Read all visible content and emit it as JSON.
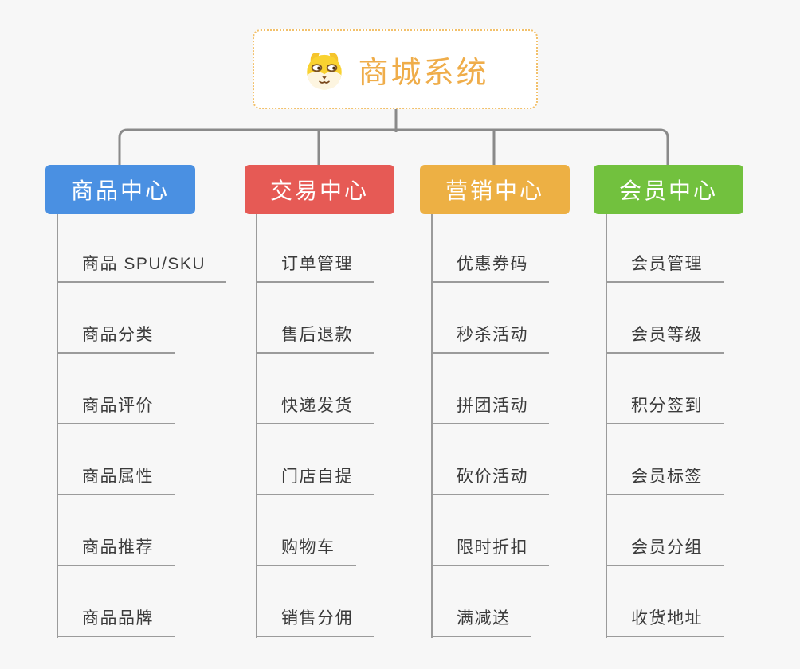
{
  "root": {
    "title": "商城系统",
    "icon": "shiba-dog-icon",
    "title_color": "#efad4a",
    "border_color": "#f2c06a"
  },
  "branches": [
    {
      "label": "商品中心",
      "color": "#4a90e2",
      "items": [
        "商品 SPU/SKU",
        "商品分类",
        "商品评价",
        "商品属性",
        "商品推荐",
        "商品品牌"
      ]
    },
    {
      "label": "交易中心",
      "color": "#e65a55",
      "items": [
        "订单管理",
        "售后退款",
        "快递发货",
        "门店自提",
        "购物车",
        "销售分佣"
      ]
    },
    {
      "label": "营销中心",
      "color": "#edb044",
      "items": [
        "优惠券码",
        "秒杀活动",
        "拼团活动",
        "砍价活动",
        "限时折扣",
        "满减送"
      ]
    },
    {
      "label": "会员中心",
      "color": "#72c13e",
      "items": [
        "会员管理",
        "会员等级",
        "积分签到",
        "会员标签",
        "会员分组",
        "收货地址"
      ]
    }
  ],
  "colors": {
    "background": "#f7f7f7",
    "connector": "#8a8a8a",
    "underline": "#9b9b9b",
    "leaf_text": "#3b3b3b"
  }
}
